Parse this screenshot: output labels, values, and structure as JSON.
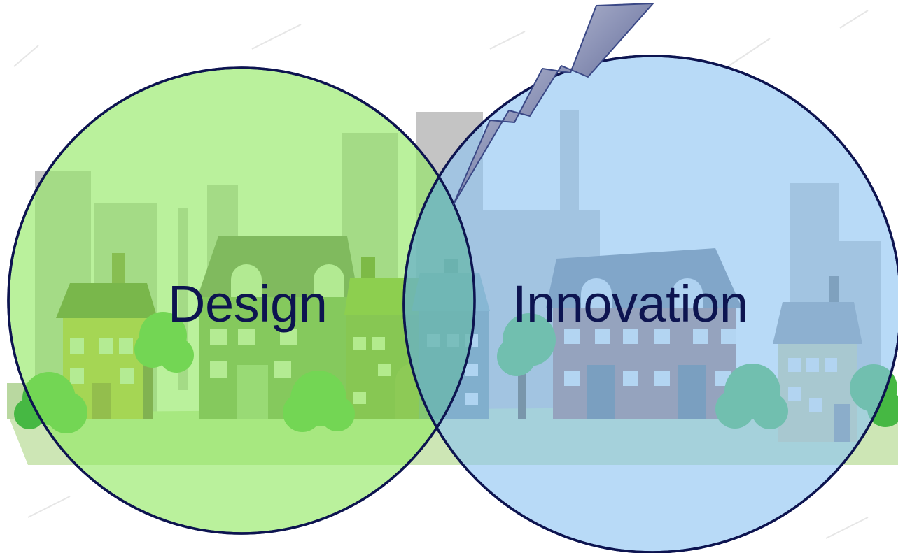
{
  "venn": {
    "sets": [
      {
        "label": "Design",
        "fill": "#8fe860",
        "outline": "#0d1450"
      },
      {
        "label": "Innovation",
        "fill": "#8cc4f2",
        "outline": "#0d1450"
      }
    ],
    "label_color": "#0d1450"
  },
  "lightning_bolt": {
    "icon": "lightning-bolt-icon",
    "color": "#3a4886",
    "highlight": "#c4c8dc"
  },
  "background_scene": {
    "icon": "town-street-illustration",
    "description_colors": {
      "sky": "#ffffff",
      "buildings": "#b9b9b9",
      "grass": "#cfe8b8"
    }
  }
}
